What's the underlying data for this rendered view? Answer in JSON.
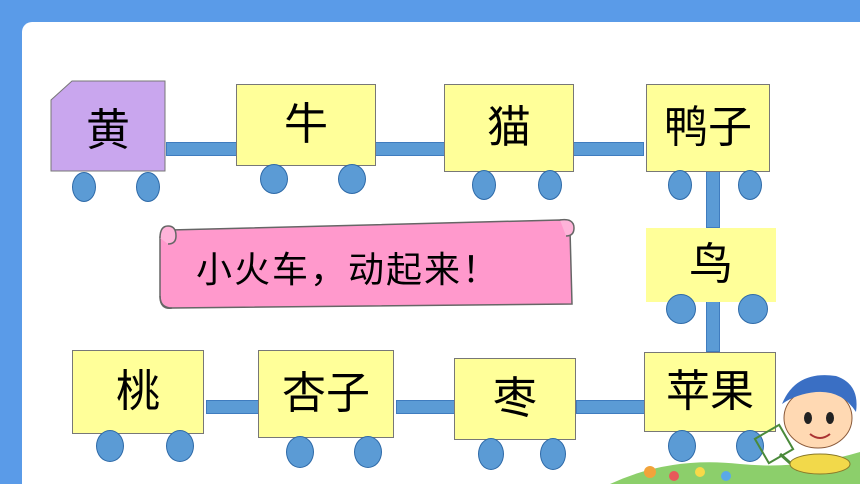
{
  "top_row": [
    {
      "id": "loco",
      "label": "黄"
    },
    {
      "id": "car1",
      "label": "牛"
    },
    {
      "id": "car2",
      "label": "猫"
    },
    {
      "id": "car3",
      "label": "鸭子"
    }
  ],
  "middle": {
    "label": "鸟"
  },
  "bottom_row": [
    {
      "id": "car5",
      "label": "苹果"
    },
    {
      "id": "car6",
      "label": "枣"
    },
    {
      "id": "car7",
      "label": "杏子"
    },
    {
      "id": "car8",
      "label": "桃"
    }
  ],
  "banner": {
    "text": "小火车，动起来！"
  },
  "colors": {
    "background": "#5a9be8",
    "card": "#ffff99",
    "loco": "#c9a6ee",
    "wheel": "#5b9bd5",
    "banner": "#ff99cc"
  }
}
